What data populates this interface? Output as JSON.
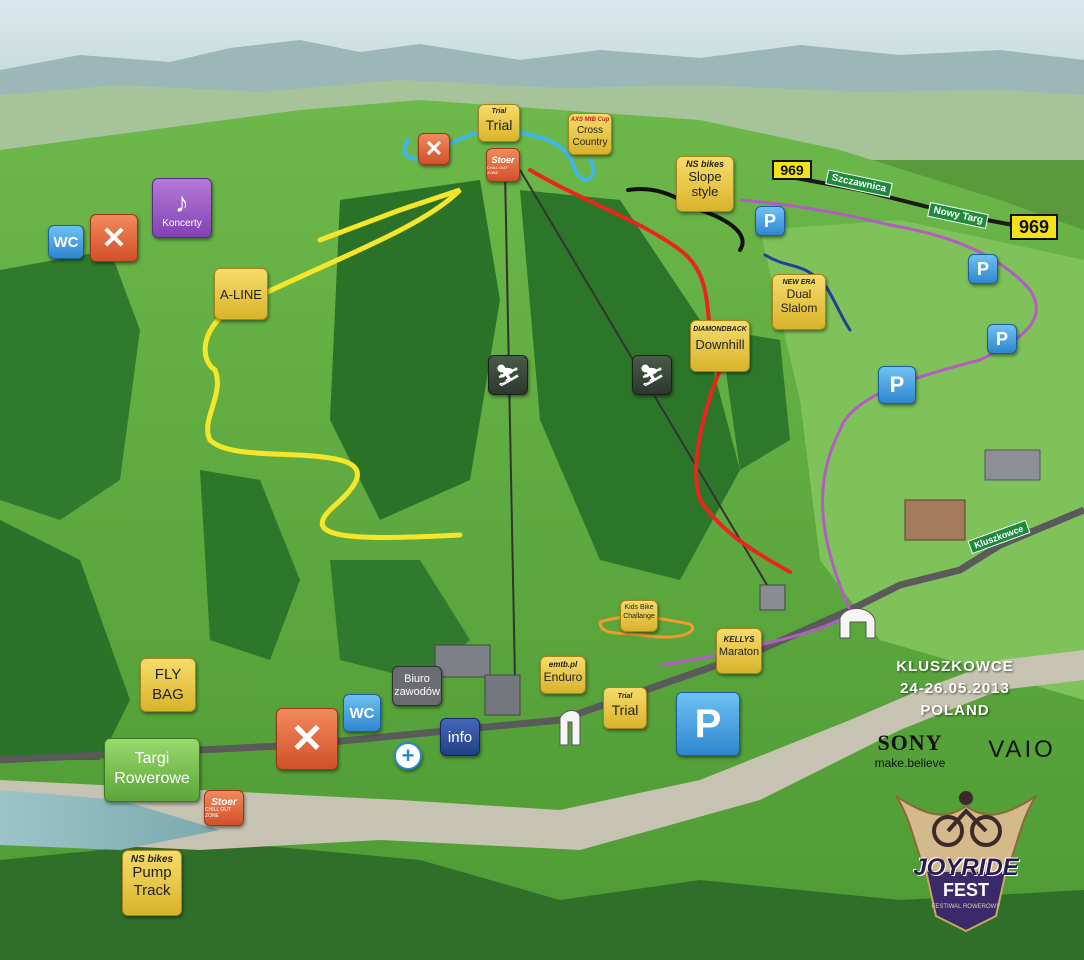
{
  "labels": {
    "trial_top": "Trial",
    "cross_country": "Cross Country",
    "cross_country_brand": "AXS MtB Cup",
    "slope_style": "Slope style",
    "slope_brand": "NS bikes",
    "dual_slalom": "Dual Slalom",
    "dual_brand": "NEW ERA",
    "downhill": "Downhill",
    "downhill_brand": "DIAMONDBACK",
    "a_line": "A-LINE",
    "koncerty": "Koncerty",
    "wc": "WC",
    "fly_bag": "FLY BAG",
    "biuro": "Biuro zawodów",
    "info": "info",
    "kids": "Kids Bike Challange",
    "maraton": "Maraton",
    "maraton_brand": "KELLYS",
    "enduro": "Enduro",
    "enduro_brand": "emtb.pl",
    "trial_bottom": "Trial",
    "targi": "Targi Rowerowe",
    "pump_track": "Pump Track",
    "pump_brand": "NS bikes",
    "chill_zone": "CHILL OUT ZONE",
    "chill_brand": "Stoer",
    "parking": "P"
  },
  "roads": {
    "route_969_a": "969",
    "route_969_b": "969",
    "szczawnica": "Szczawnica",
    "nowy_targ": "Nowy Targ",
    "kluszkowce_sign": "Kluszkowce"
  },
  "event": {
    "place": "KLUSZKOWCE",
    "dates": "24-26.05.2013",
    "country": "POLAND"
  },
  "sponsors": {
    "sony": "SONY",
    "sony_tagline": "make.believe",
    "vaio": "VAIO",
    "logo_line1": "JOYRIDE",
    "logo_line2": "FEST",
    "logo_line3": "FESTIWAL ROWEROWY"
  },
  "icons": {
    "restaurant": "fork-knife",
    "music": "music-note",
    "chairlift": "chairlift",
    "first_aid": "medical-cross"
  },
  "colors": {
    "a_line_trail": "#f5e62a",
    "downhill_trail": "#e8261e",
    "cross_country_trail": "#3fb6e6",
    "slope_style_trail": "#111111",
    "dual_slalom_trail": "#2a3c9a",
    "kids_trail": "#f39a2a",
    "road_route": "#b25cc4"
  }
}
